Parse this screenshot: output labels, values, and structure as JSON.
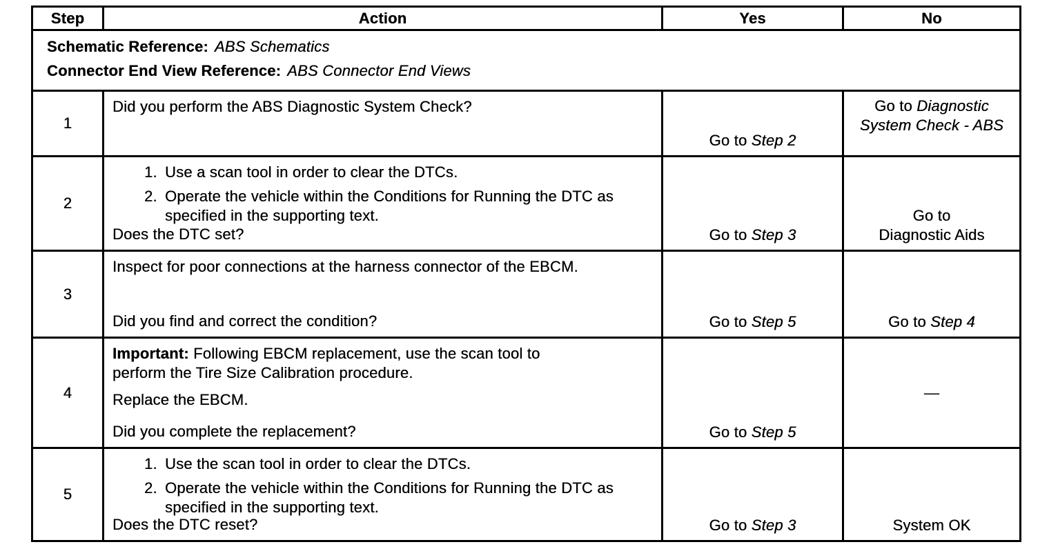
{
  "colors": {
    "ink": "#000000",
    "paper": "#ffffff"
  },
  "table": {
    "headers": {
      "step": "Step",
      "action": "Action",
      "yes": "Yes",
      "no": "No"
    },
    "reference": {
      "schematic_label": "Schematic Reference:",
      "schematic_value": "ABS Schematics",
      "connector_label": "Connector End View Reference:",
      "connector_value": "ABS Connector End Views"
    },
    "rows": [
      {
        "step": "1",
        "action": {
          "question": "Did you perform the ABS Diagnostic System Check?"
        },
        "yes": {
          "prefix": "Go to ",
          "target": "Step 2"
        },
        "no": {
          "prefix": "Go to ",
          "target": "Diagnostic System Check - ABS"
        }
      },
      {
        "step": "2",
        "action": {
          "items": [
            {
              "num": "1.",
              "text": "Use a scan tool in order to clear the DTCs."
            },
            {
              "num": "2.",
              "text": "Operate the vehicle within the Conditions for Running the DTC as specified in the supporting text."
            }
          ],
          "question": "Does the DTC set?"
        },
        "yes": {
          "prefix": "Go to ",
          "target": "Step 3"
        },
        "no": {
          "line1": "Go to",
          "line2": "Diagnostic Aids"
        }
      },
      {
        "step": "3",
        "action": {
          "statement": "Inspect for poor connections at the harness connector of the EBCM.",
          "question": "Did you find and correct the condition?"
        },
        "yes": {
          "prefix": "Go to ",
          "target": "Step 5"
        },
        "no": {
          "prefix": "Go to ",
          "target": "Step 4"
        }
      },
      {
        "step": "4",
        "action": {
          "important_label": "Important:",
          "important_text": "Following EBCM replacement, use the scan tool to perform the Tire Size Calibration procedure.",
          "statement": "Replace the EBCM.",
          "question": "Did you complete the replacement?"
        },
        "yes": {
          "prefix": "Go to ",
          "target": "Step 5"
        },
        "no": {
          "dash": "—"
        }
      },
      {
        "step": "5",
        "action": {
          "items": [
            {
              "num": "1.",
              "text": "Use the scan tool in order to clear the DTCs."
            },
            {
              "num": "2.",
              "text": "Operate the vehicle within the Conditions for Running the DTC as specified in the supporting text."
            }
          ],
          "question": "Does the DTC reset?"
        },
        "yes": {
          "prefix": "Go to ",
          "target": "Step 3"
        },
        "no": {
          "text": "System OK"
        }
      }
    ]
  }
}
